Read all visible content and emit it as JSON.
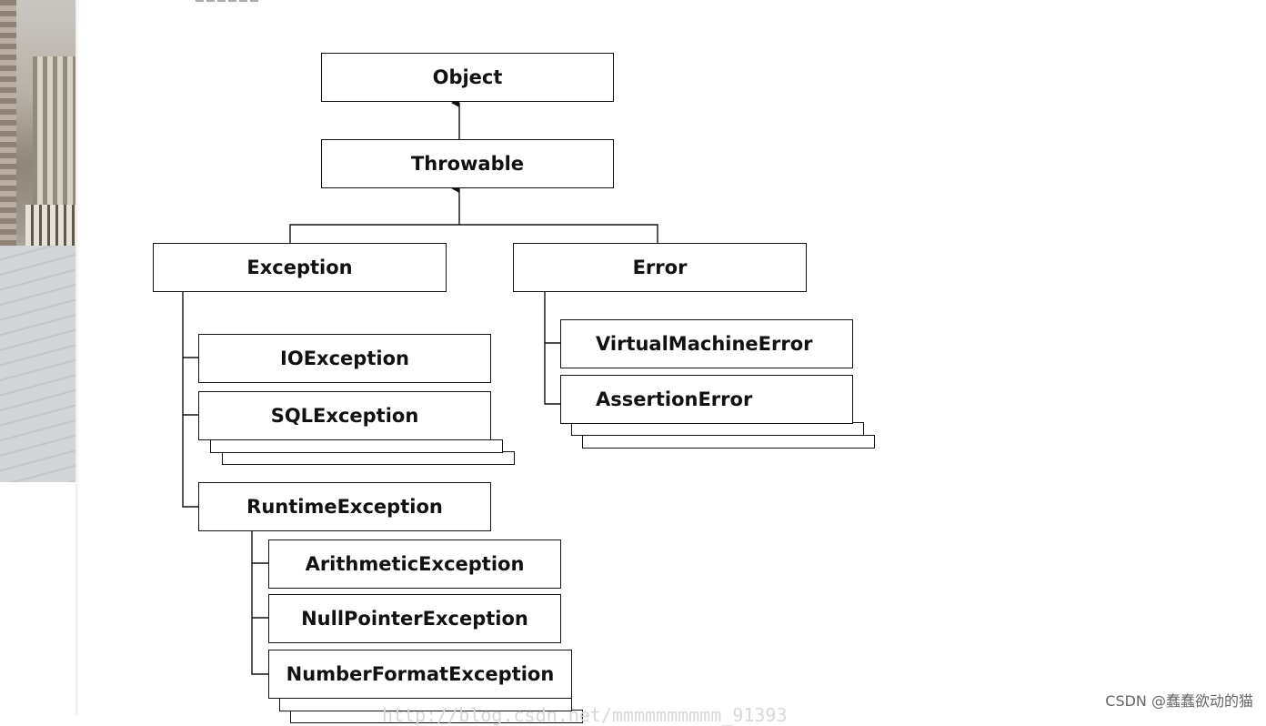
{
  "diagram": {
    "nodes": {
      "object": "Object",
      "throwable": "Throwable",
      "exception": "Exception",
      "error": "Error",
      "ioexception": "IOException",
      "sqlexception": "SQLException",
      "runtimeexception": "RuntimeException",
      "arithmeticexception": "ArithmeticException",
      "nullpointerexception": "NullPointerException",
      "numberformatexception": "NumberFormatException",
      "virtualmachineerror": "VirtualMachineError",
      "assertionerror": "AssertionError"
    }
  },
  "watermark": {
    "csdn": "CSDN @蠢蠢欲动的猫",
    "url": "http://blog.csdn.net/mmmmmmmmmm_91393"
  }
}
